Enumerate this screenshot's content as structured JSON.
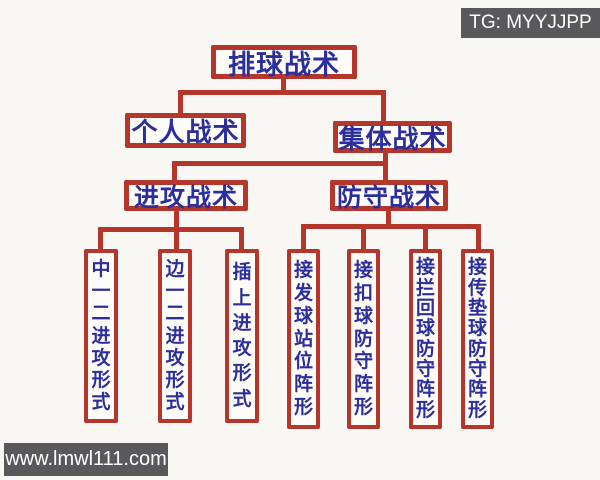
{
  "diagram": {
    "type": "hierarchy-flowchart",
    "nodes": {
      "root": "排球战术",
      "personal": "个人战术",
      "collective": "集体战术",
      "attack": "进攻战术",
      "defense": "防守战术"
    },
    "attack_forms": [
      "中一二进攻形式",
      "边一二进攻形式",
      "插上进攻形式"
    ],
    "defense_forms": [
      "接发球站位阵形",
      "接扣球防守阵形",
      "接拦回球防守阵形",
      "接传垫球防守阵形"
    ],
    "structure": {
      "排球战术": [
        "个人战术",
        "集体战术"
      ],
      "集体战术": [
        "进攻战术",
        "防守战术"
      ],
      "进攻战术": [
        "中一二进攻形式",
        "边一二进攻形式",
        "插上进攻形式"
      ],
      "防守战术": [
        "接发球站位阵形",
        "接扣球防守阵形",
        "接拦回球防守阵形",
        "接传垫球防守阵形"
      ]
    }
  },
  "watermarks": {
    "top_right": "TG: MYYJJPP",
    "bottom_left": "www.lmwl111.com"
  },
  "colors": {
    "box_border": "#b5362b",
    "connector": "#b5362b",
    "node_text": "#2b2e9b",
    "box_fill": "#fdfcf9",
    "background": "#f9f7f3",
    "watermark_bg": "#59595b",
    "watermark_text": "#ffffff"
  }
}
